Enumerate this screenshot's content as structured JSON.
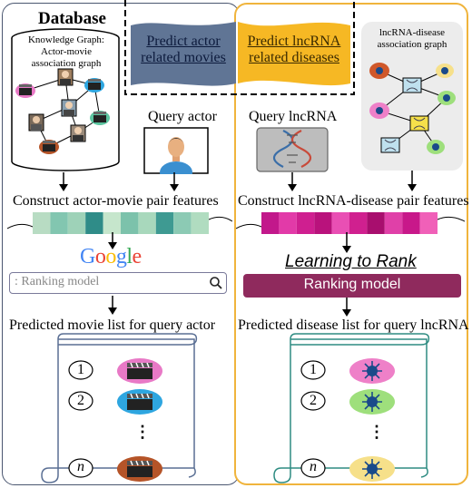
{
  "left": {
    "title": "Database",
    "kg_title": "Knowledge Graph:\nActor-movie\nassociation graph",
    "query_label": "Query actor",
    "pair_features": "Construct actor-movie pair features",
    "search_engine": "Google",
    "ranking_box": ": Ranking model",
    "predicted_list": "Predicted movie list for query actor",
    "ranks": [
      "1",
      "2",
      "⋮",
      "n"
    ]
  },
  "banner": {
    "left": "Predict actor\nrelated movies",
    "right": "Predict lncRNA\nrelated diseases"
  },
  "right": {
    "graph_title": "lncRNA-disease\nassociation graph",
    "query_label": "Query lncRNA",
    "pair_features": "Construct lncRNA-disease pair features",
    "learning_to_rank": "Learning to Rank",
    "ranking_model": "Ranking model",
    "predicted_list": "Predicted disease list for query lncRNA",
    "ranks": [
      "1",
      "2",
      "⋮",
      "n"
    ]
  },
  "colors": {
    "left_border": "#4a5670",
    "right_border": "#f0b43c",
    "banner_left": "#607595",
    "banner_right": "#f6b824",
    "ranking_model_bg": "#8f2a5d",
    "scroll_left": "#5a6f94",
    "scroll_right": "#2e8c82",
    "left_feature_strip": [
      "#b8dcc3",
      "#82c6b0",
      "#9ed2b8",
      "#2f8c88",
      "#c6e6cc",
      "#7cc2ab",
      "#a8d8bc",
      "#3e9a92",
      "#8ccab4",
      "#b0dcc0"
    ],
    "right_feature_strip": [
      "#c2188b",
      "#e23aa8",
      "#cf1f90",
      "#b9127c",
      "#e94fb4",
      "#d0208f",
      "#a80e6e",
      "#e040a8",
      "#c8188a",
      "#f060b8"
    ],
    "left_movie_ovals": [
      "#e879c6",
      "#2ea6e0",
      "#b55428"
    ],
    "right_disease_ovals": [
      "#ee80c8",
      "#9edf7c",
      "#f6e08a"
    ]
  },
  "icons": {
    "kg_nodes": "actor-photo-and-clapperboard-icons",
    "query_actor": "person-silhouette-icon",
    "query_lncrna": "dna-helix-icon",
    "movie": "clapperboard-icon",
    "disease": "virus-icon",
    "search": "magnifier-icon"
  }
}
